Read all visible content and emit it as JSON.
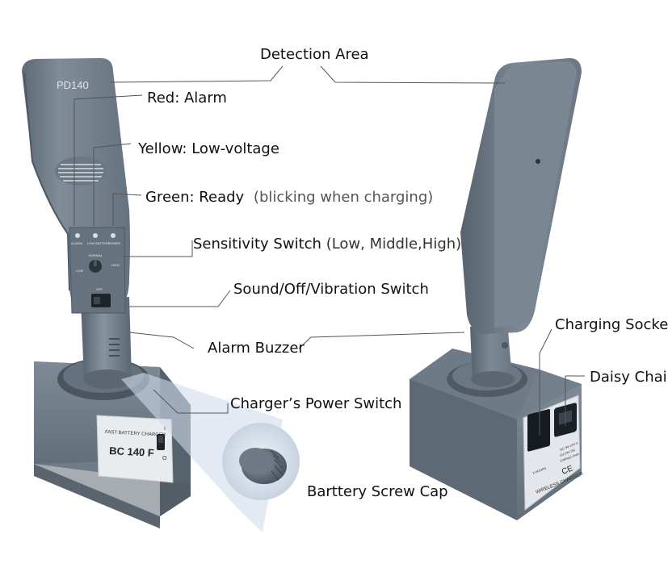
{
  "device": {
    "model": "PD140",
    "panel_labels": [
      "ALARM",
      "LOW BATTERY",
      "POWER"
    ],
    "sensitivity_label": "NORMAL",
    "low_label": "LOW",
    "high_label": "HIGH",
    "switch_label": "OFF",
    "body_color": "#7b8793",
    "body_dark": "#5e6a75",
    "led_colors": [
      "#d8dde2",
      "#d8dde2",
      "#d8dde2"
    ]
  },
  "charger_left": {
    "plate_title": "FAST BATTERY CHARGER",
    "model": "BC 140 F",
    "switch_i": "I",
    "switch_o": "O"
  },
  "charger_right": {
    "plate_title": "WIRELESS CHARGER",
    "spec_lines": [
      "DC 9V-12V V",
      "5V-24V DC",
      "3-Wheel chain"
    ],
    "tiny_label": "3 HOURS",
    "ce_mark": "CE"
  },
  "annotations": {
    "detection_area": "Detection Area",
    "red_alarm": "Red: Alarm",
    "yellow_low_voltage": "Yellow: Low-voltage",
    "green_ready": "Green: Ready",
    "green_ready_note": "(blicking when charging)",
    "sensitivity_switch": "Sensitivity Switch",
    "sensitivity_note": "(Low, Middle,High)",
    "sound_switch": "Sound/Off/Vibration Switch",
    "alarm_buzzer": "Alarm Buzzer",
    "charger_power_switch": "Charger’s Power Switch",
    "battery_screw_cap": "Barttery Screw Cap",
    "charging_socket": "Charging Socket",
    "daisy_chain": "Daisy Chain"
  }
}
